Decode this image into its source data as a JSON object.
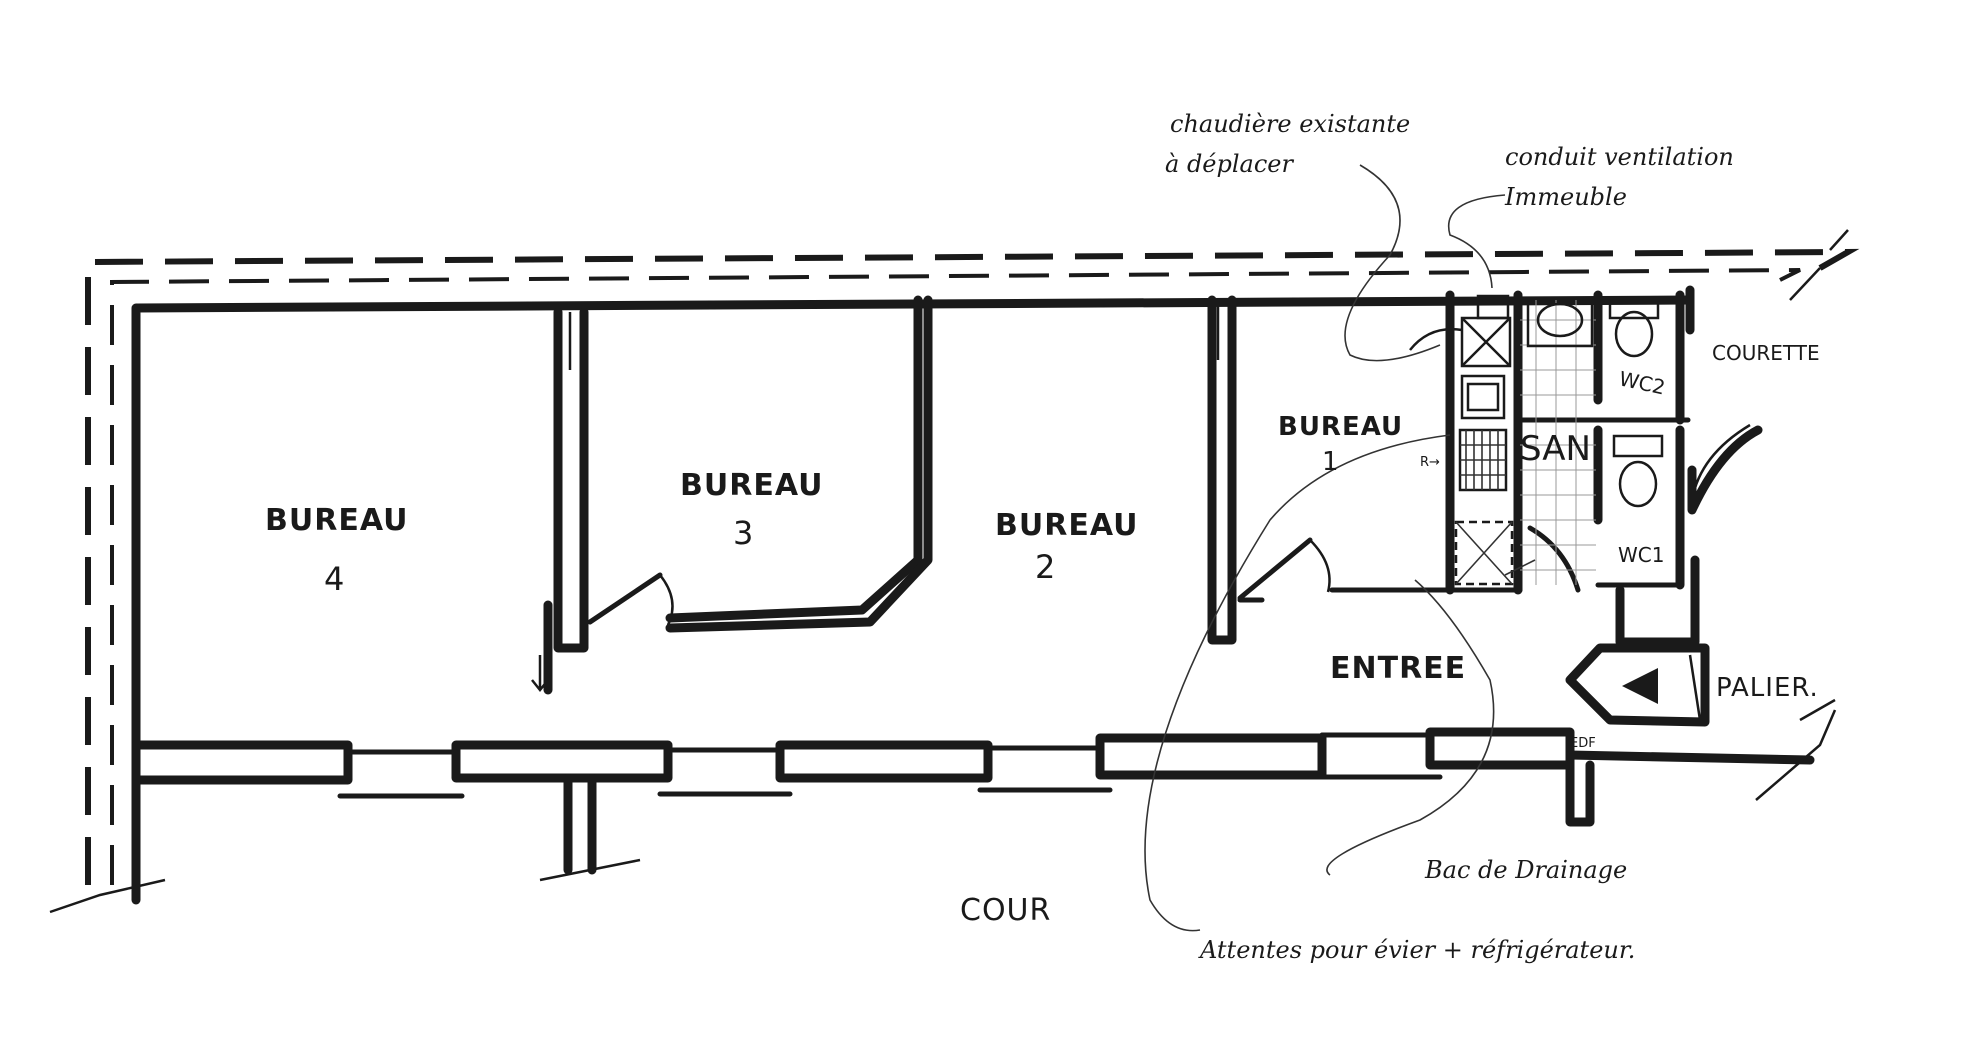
{
  "rooms": {
    "bureau_4": {
      "name": "BUREAU",
      "number": "4"
    },
    "bureau_3": {
      "name": "BUREAU",
      "number": "3"
    },
    "bureau_2": {
      "name": "BUREAU",
      "number": "2"
    },
    "bureau_1": {
      "name": "BUREAU",
      "number": "1"
    },
    "entree": "ENTREE",
    "san": "SAN.",
    "wc_1": "WC1",
    "wc_2": "WC2",
    "courette": "COURETTE",
    "palier": "PALIER.",
    "cour": "COUR"
  },
  "annotations": {
    "chaudiere_line1": "chaudière existante",
    "chaudiere_line2": "à déplacer",
    "conduit_line1": "conduit ventilation",
    "conduit_line2": "Immeuble",
    "bac": "Bac de Drainage",
    "attentes": "Attentes pour évier + réfrigérateur.",
    "edf": "EDF",
    "r_arrow": "R→"
  }
}
